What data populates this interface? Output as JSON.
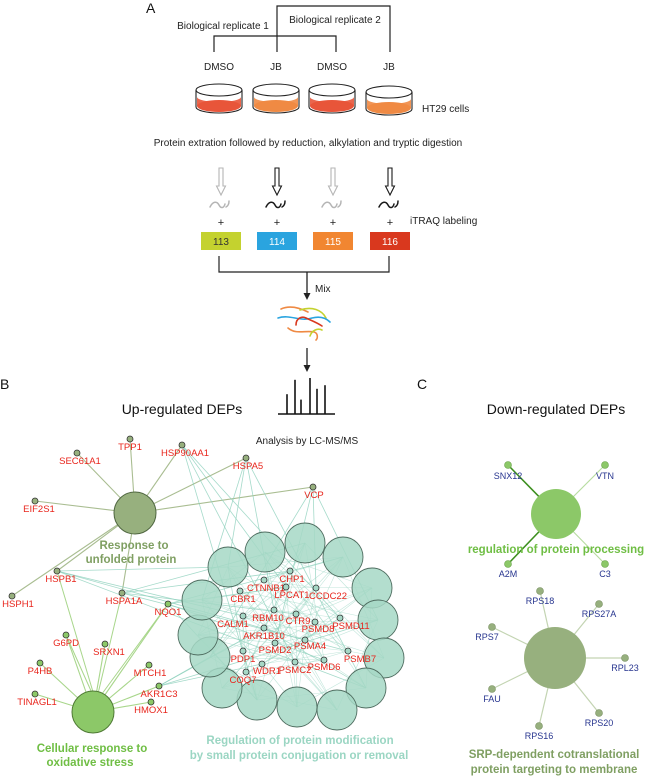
{
  "panelA": {
    "label": "A",
    "replicate1": "Biological replicate 1",
    "replicate2": "Biological replicate 2",
    "dishes": [
      {
        "treatment": "DMSO",
        "fill": "#e8553a"
      },
      {
        "treatment": "JB",
        "fill": "#ef8a44"
      },
      {
        "treatment": "DMSO",
        "fill": "#e8553a"
      },
      {
        "treatment": "JB",
        "fill": "#ef8a44"
      }
    ],
    "cells_label": "HT29 cells",
    "extraction_text": "Protein extration followed by reduction, alkylation and tryptic digestion",
    "peptide_colors": [
      "#b5b5b5",
      "#1a1a1a",
      "#b5b5b5",
      "#1a1a1a"
    ],
    "plus": "+",
    "itraq_label": "iTRAQ labeling",
    "tags": [
      {
        "label": "113",
        "color": "#c4d22f",
        "text_color": "#333333"
      },
      {
        "label": "114",
        "color": "#2aa4df",
        "text_color": "#ffffff"
      },
      {
        "label": "115",
        "color": "#f18631",
        "text_color": "#ffffff"
      },
      {
        "label": "116",
        "color": "#d9381e",
        "text_color": "#ffffff"
      }
    ],
    "mix_label": "Mix",
    "analysis_label": "Analysis by LC-MS/MS",
    "spectrum_peaks": [
      0.55,
      0.95,
      0.4,
      1.0,
      0.7,
      0.8
    ]
  },
  "panelB": {
    "label": "B",
    "title": "Up-regulated DEPs",
    "term_unfolded": {
      "line1": "Response to",
      "line2": "unfolded protein",
      "color": "#7f9f62",
      "fill": "#97b07e"
    },
    "term_oxidative": {
      "line1": "Cellular response to",
      "line2": "oxidative stress",
      "color": "#6fbe44",
      "fill": "#8cc868"
    },
    "term_modification": {
      "line1": "Regulation of protein modification",
      "line2": "by small protein conjugation or removal",
      "color": "#9bd6c3",
      "fill": "#a6d8c6"
    },
    "gene_color": "#e8251c",
    "genes_unfolded": [
      "TPP1",
      "SEC61A1",
      "HSP90AA1",
      "EIF2S1",
      "HSPA5",
      "VCP",
      "HSPB1",
      "HSPH1",
      "HSPA1A"
    ],
    "genes_oxidative": [
      "G6PD",
      "SRXN1",
      "P4HB",
      "MTCH1",
      "TINAGL1",
      "AKR1C3",
      "HMOX1",
      "NQO1"
    ],
    "genes_modification": [
      "CHP1",
      "CTNNB1",
      "LPCAT1",
      "CBR1",
      "CCDC22",
      "CALM1",
      "RBM10",
      "CTR9",
      "PSMD8",
      "PSMD11",
      "AKR1B10",
      "PSMD2",
      "PSMA4",
      "PDP1",
      "PSMB7",
      "PSMD6",
      "WDR1",
      "PSMC2",
      "COQ7"
    ]
  },
  "panelC": {
    "label": "C",
    "title": "Down-regulated DEPs",
    "gene_color": "#27358f",
    "term_processing": {
      "label": "regulation of protein processing",
      "color": "#6fbe44",
      "fill": "#8cc868",
      "genes": [
        "SNX12",
        "VTN",
        "A2M",
        "C3"
      ]
    },
    "term_srp": {
      "line1": "SRP-dependent cotranslational",
      "line2": "protein targeting to membrane",
      "color": "#7f9f62",
      "fill": "#97b07e",
      "genes": [
        "RPS18",
        "RPS27A",
        "RPS7",
        "RPL23",
        "FAU",
        "RPS20",
        "RPS16"
      ]
    }
  }
}
